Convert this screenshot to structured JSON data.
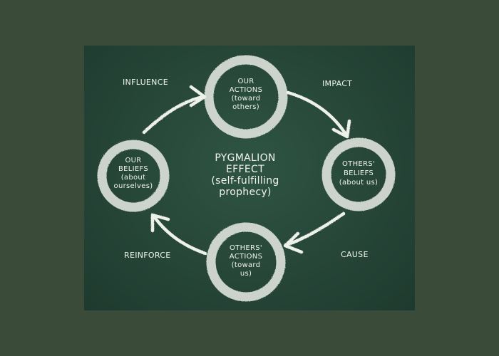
{
  "center": {
    "lines": [
      "PYGMALION",
      "EFFECT",
      "(self-fulfilling",
      "prophecy)"
    ]
  },
  "nodes": {
    "our_actions": [
      "OUR",
      "ACTIONS",
      "(toward",
      "others)"
    ],
    "others_beliefs": [
      "OTHERS'",
      "BELIEFS",
      "(about us)"
    ],
    "others_actions": [
      "OTHERS'",
      "ACTIONS",
      "(toward",
      "us)"
    ],
    "our_beliefs": [
      "OUR",
      "BELIEFS",
      "(about",
      "ourselves)"
    ]
  },
  "arrow_labels": {
    "influence": "INFLUENCE",
    "impact": "IMPACT",
    "cause": "CAUSE",
    "reinforce": "REINFORCE"
  },
  "colors": {
    "page_background": "#3a4c39",
    "board": "#264638",
    "chalk": "#f2f4ef"
  }
}
